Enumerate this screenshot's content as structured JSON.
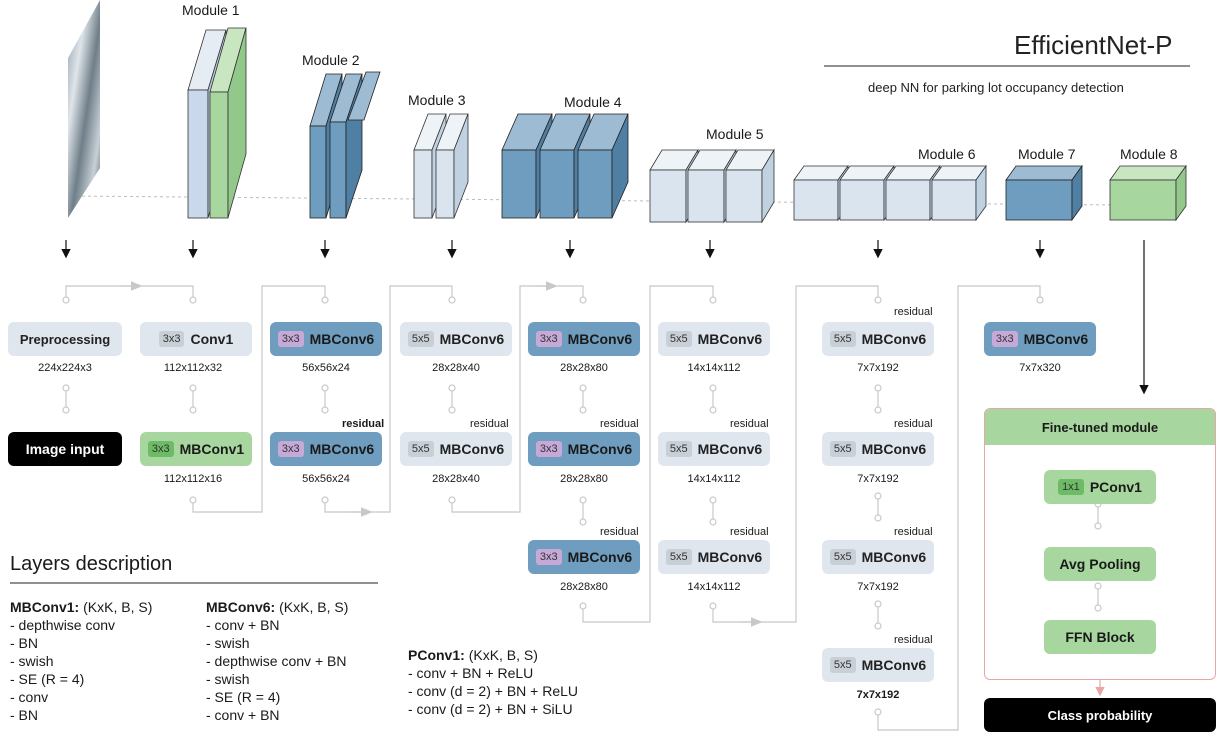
{
  "header": {
    "title": "EfficientNet-P",
    "subtitle": "deep NN for parking lot occupancy detection"
  },
  "modules": [
    "Module 1",
    "Module 2",
    "Module 3",
    "Module 4",
    "Module 5",
    "Module 6",
    "Module 7",
    "Module 8"
  ],
  "blocks": {
    "preprocessing": {
      "label": "Preprocessing",
      "dim": "224x224x3"
    },
    "image_input": {
      "label": "Image input"
    },
    "conv1": {
      "kernel": "3x3",
      "label": "Conv1",
      "dim": "112x112x32"
    },
    "mbconv1": {
      "kernel": "3x3",
      "label": "MBConv1",
      "dim": "112x112x16"
    },
    "m2a": {
      "kernel": "3x3",
      "label": "MBConv6",
      "dim": "56x56x24"
    },
    "m2b": {
      "kernel": "3x3",
      "label": "MBConv6",
      "dim": "56x56x24",
      "residual": "residual"
    },
    "m3a": {
      "kernel": "5x5",
      "label": "MBConv6",
      "dim": "28x28x40"
    },
    "m3b": {
      "kernel": "5x5",
      "label": "MBConv6",
      "dim": "28x28x40",
      "residual": "residual"
    },
    "m4a": {
      "kernel": "3x3",
      "label": "MBConv6",
      "dim": "28x28x80"
    },
    "m4b": {
      "kernel": "3x3",
      "label": "MBConv6",
      "dim": "28x28x80",
      "residual": "residual"
    },
    "m4c": {
      "kernel": "3x3",
      "label": "MBConv6",
      "dim": "28x28x80",
      "residual": "residual"
    },
    "m5a": {
      "kernel": "5x5",
      "label": "MBConv6",
      "dim": "14x14x112"
    },
    "m5b": {
      "kernel": "5x5",
      "label": "MBConv6",
      "dim": "14x14x112",
      "residual": "residual"
    },
    "m5c": {
      "kernel": "5x5",
      "label": "MBConv6",
      "dim": "14x14x112",
      "residual": "residual"
    },
    "m6a": {
      "kernel": "5x5",
      "label": "MBConv6",
      "dim": "7x7x192",
      "residual": "residual"
    },
    "m6b": {
      "kernel": "5x5",
      "label": "MBConv6",
      "dim": "7x7x192",
      "residual": "residual"
    },
    "m6c": {
      "kernel": "5x5",
      "label": "MBConv6",
      "dim": "7x7x192",
      "residual": "residual"
    },
    "m6d": {
      "kernel": "5x5",
      "label": "MBConv6",
      "dim": "7x7x192",
      "residual": "residual"
    },
    "m7": {
      "kernel": "3x3",
      "label": "MBConv6",
      "dim": "7x7x320"
    }
  },
  "finetuned": {
    "title": "Fine-tuned module",
    "pconv": {
      "kernel": "1x1",
      "label": "PConv1"
    },
    "avgpool": "Avg Pooling",
    "ffn": "FFN Block",
    "output": "Class probability"
  },
  "description": {
    "heading": "Layers description",
    "mbconv1": {
      "name": "MBConv1:",
      "params": "(KxK, B, S)",
      "items": [
        "- depthwise conv",
        "- BN",
        "- swish",
        "- SE (R = 4)",
        "- conv",
        "- BN"
      ]
    },
    "mbconv6": {
      "name": "MBConv6:",
      "params": "(KxK, B, S)",
      "items": [
        "- conv + BN",
        "- swish",
        "- depthwise conv + BN",
        "- swish",
        "- SE (R = 4)",
        "- conv + BN"
      ]
    },
    "pconv1": {
      "name": "PConv1:",
      "params": "(KxK, B, S)",
      "items": [
        "- conv + BN + ReLU",
        "- conv (d = 2) + BN + ReLU",
        "- conv (d = 2) + BN + SiLU"
      ]
    }
  },
  "colors": {
    "light_block": "#dfe6ee",
    "dark_block": "#6f9dbf",
    "green_block": "#a7d79f",
    "connector": "#c0c0c0",
    "finetune_border": "#e8a6a6"
  }
}
